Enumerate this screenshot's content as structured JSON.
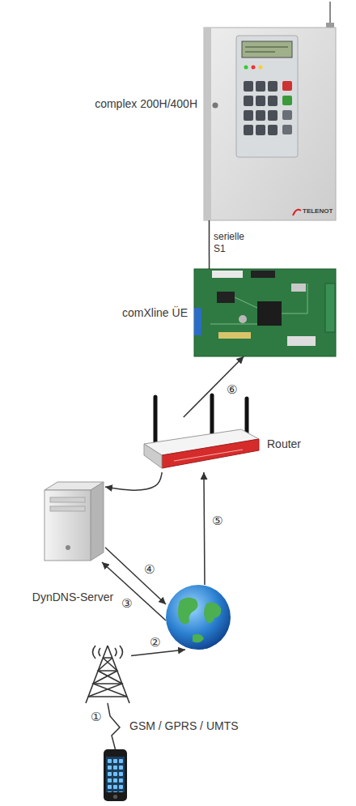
{
  "diagram": {
    "nodes": [
      {
        "text": [
          "complex 200H/400H"
        ]
      },
      {
        "text": [
          "comXline ÜE"
        ]
      },
      {
        "text": [
          "Router"
        ]
      },
      {
        "text": [
          "DynDNS-Server"
        ]
      },
      {
        "text": []
      },
      {
        "text": []
      },
      {
        "text": []
      }
    ],
    "edges": [
      {
        "from": 6,
        "to": 5,
        "arrow": "none",
        "label": "①"
      },
      {
        "from": 5,
        "to": 4,
        "arrow": "to",
        "label": "②"
      },
      {
        "from": 4,
        "to": 3,
        "arrow": "to",
        "label": "③"
      },
      {
        "from": 3,
        "to": 4,
        "arrow": "to",
        "label": "④"
      },
      {
        "from": 4,
        "to": 2,
        "arrow": "to",
        "label": "⑤"
      },
      {
        "from": 2,
        "to": 1,
        "arrow": "to",
        "label": "⑥"
      },
      {
        "from": 2,
        "to": 3,
        "arrow": "to"
      },
      {
        "from": 0,
        "to": 1,
        "arrow": "none",
        "label": "serielle S1"
      }
    ],
    "labels": [
      "TELENOT",
      "GSM / GPRS / UMTS"
    ]
  }
}
